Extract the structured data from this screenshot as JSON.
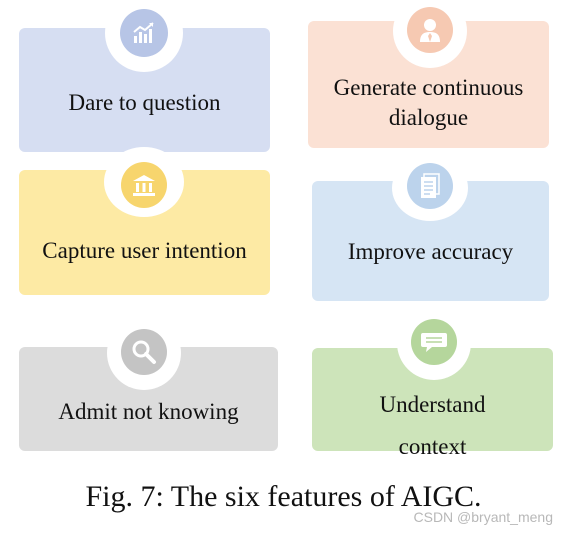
{
  "features": [
    {
      "label": "Dare to question",
      "icon": "chart-icon",
      "card_color": "#d6def2",
      "icon_color": "#b7c5e6"
    },
    {
      "label": "Generate continuous dialogue",
      "icon": "person-icon",
      "card_color": "#fbe1d4",
      "icon_color": "#f6c9b2"
    },
    {
      "label": "Capture user intention",
      "icon": "bank-icon",
      "card_color": "#fdeaa4",
      "icon_color": "#f7d56d"
    },
    {
      "label": "Improve accuracy",
      "icon": "document-icon",
      "card_color": "#d6e5f4",
      "icon_color": "#bcd3ec"
    },
    {
      "label": "Admit not knowing",
      "icon": "search-icon",
      "card_color": "#dcdcdc",
      "icon_color": "#c4c4c4"
    },
    {
      "label": "Understand context",
      "icon": "chat-icon",
      "card_color": "#cde4ba",
      "icon_color": "#b5d69c"
    }
  ],
  "caption": "Fig. 7: The six features of AIGC.",
  "watermark": "CSDN @bryant_meng"
}
